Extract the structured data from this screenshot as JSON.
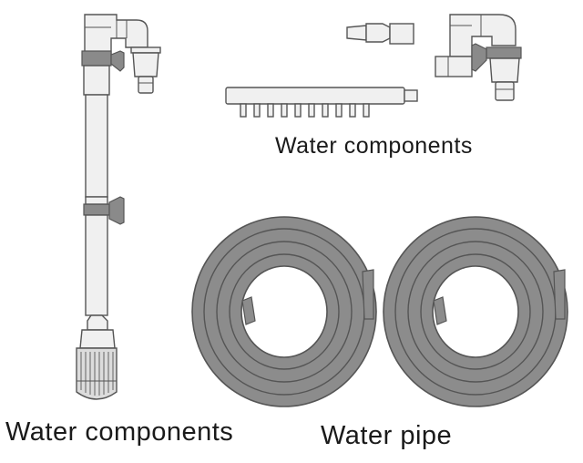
{
  "captions": {
    "upper_right": "Water components",
    "lower_left": "Water components",
    "lower_right": "Water pipe"
  },
  "colors": {
    "outline": "#555555",
    "part_fill": "#f0f0f0",
    "clamp_fill": "#8a8a8a",
    "hose_fill": "#8c8c8c",
    "hose_outline": "#555555",
    "text": "#1a1a1a"
  },
  "icons": [
    "intake-pipe-icon",
    "nozzle-icon",
    "spray-bar-icon",
    "outlet-elbow-icon",
    "coiled-hose-icon"
  ]
}
